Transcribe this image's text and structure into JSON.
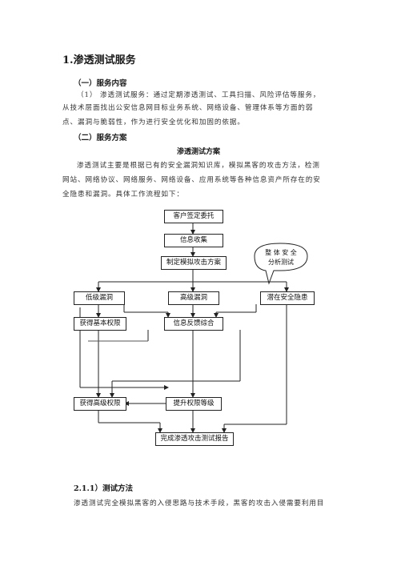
{
  "heading": "1.渗透测试服务",
  "section1": {
    "title": "（一）服务内容",
    "lines": [
      "（1）  渗透测试服务：通过定期渗透测试、工具扫描、风险评估等服务，",
      "从技术层面找出公安信息网目标业务系统、网络设备、管理体系等方面的弱",
      "点、漏洞与脆弱性，作为进行安全优化和加固的依据。"
    ]
  },
  "section2": {
    "title": "（二）服务方案",
    "center_title": "渗透测试方案",
    "lines": [
      "渗透测试主要是根据已有的安全漏洞知识库，模拟黑客的攻击方法，检测",
      "网站、网络协议、网络服务、网络设备、应用系统等各种信息资产所存在的安",
      "全隐患和漏洞。具体工作流程如下："
    ]
  },
  "flowchart": {
    "nodes": {
      "client": "客户签定委托",
      "info_collect": "信息收集",
      "plan": "制定模拟攻击方案",
      "low_vuln": "低级漏洞",
      "high_vuln": "高级漏洞",
      "potential_risk": "潜在安全隐患",
      "basic_priv": "获得基本权限",
      "info_feedback": "信息反馈综合",
      "high_priv": "获得高级权限",
      "escalate": "提升权限等级",
      "report": "完成渗透攻击测试报告"
    },
    "bubble": [
      "整 体 安 全",
      "分析测试"
    ]
  },
  "section3": {
    "title": "2.1.1）测试方法",
    "line": "渗透测试完全模拟黑客的入侵思路与技术手段，黑客的攻击入侵需要利用目"
  }
}
